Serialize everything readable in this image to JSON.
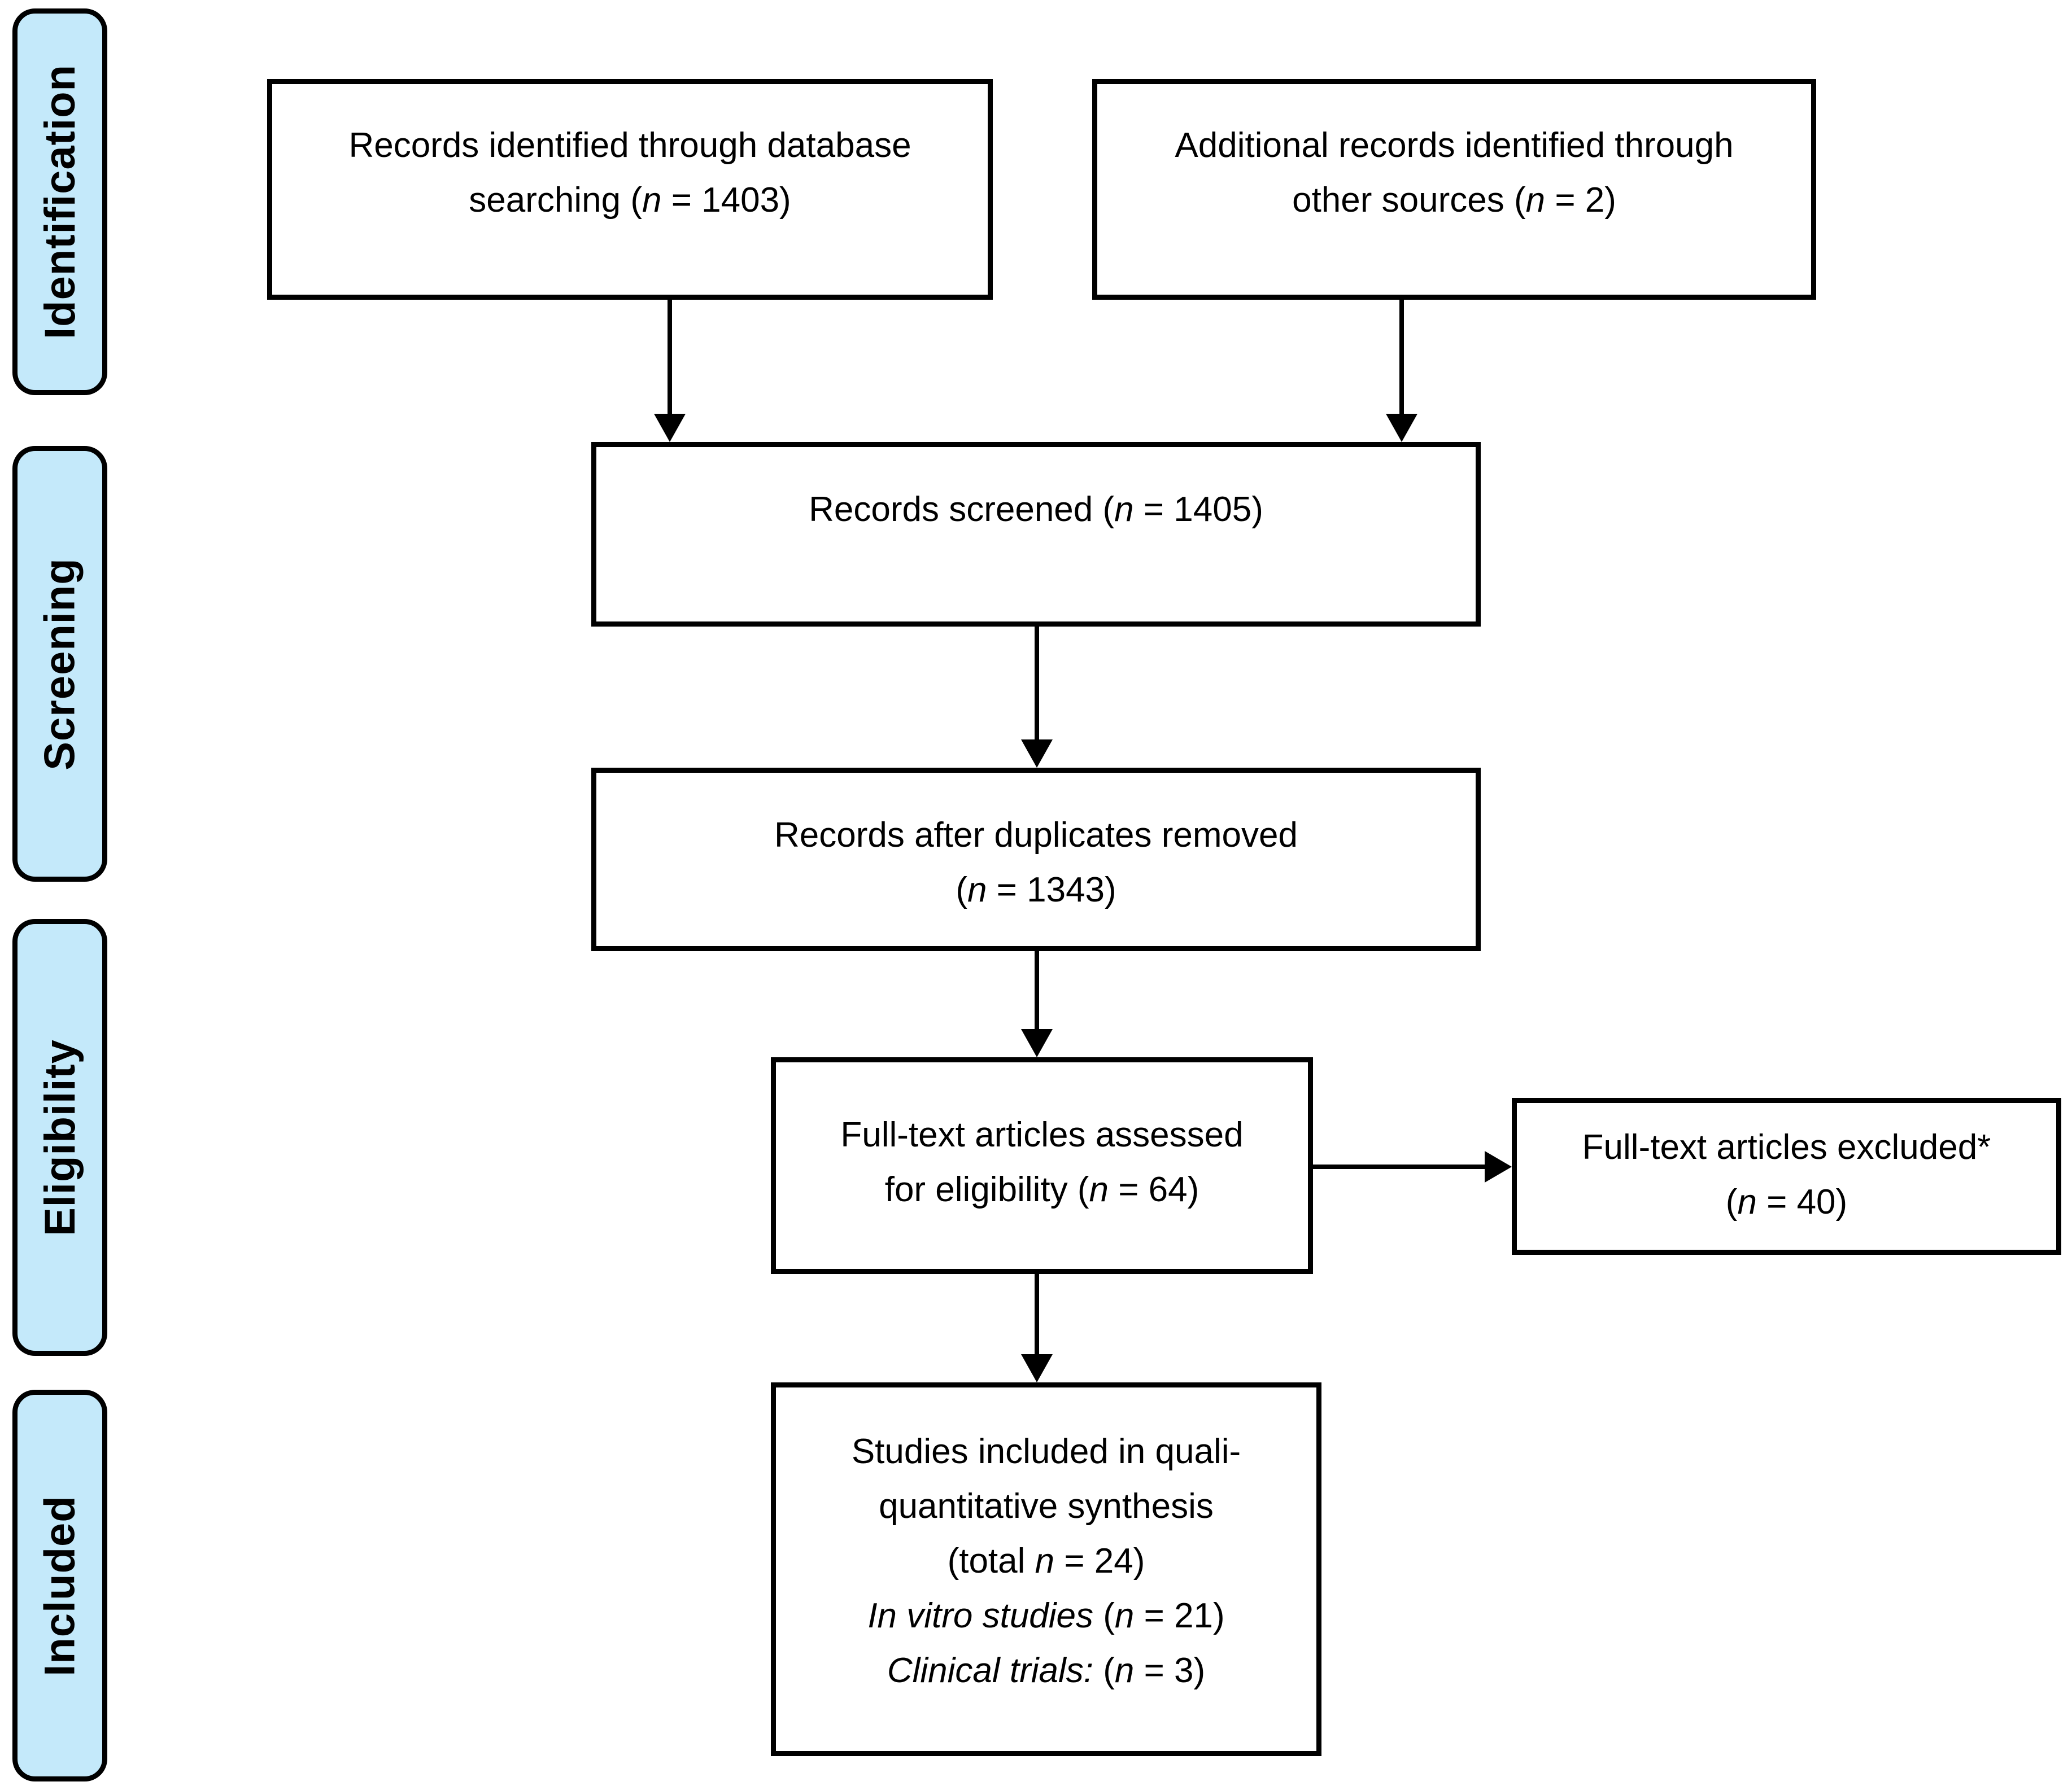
{
  "diagram": {
    "type": "prisma-flow",
    "colors": {
      "stage_fill": "#c4e9fa",
      "stage_border": "#000000",
      "box_fill": "#ffffff",
      "box_border": "#000000",
      "arrow": "#000000",
      "text": "#000000"
    },
    "stage_labels": [
      {
        "id": "identification",
        "label": "Identification"
      },
      {
        "id": "screening",
        "label": "Screening"
      },
      {
        "id": "eligibility",
        "label": "Eligibility"
      },
      {
        "id": "included",
        "label": "Included"
      }
    ],
    "boxes": [
      {
        "id": "records-identified",
        "lines": [
          [
            {
              "t": "Records identified through database",
              "i": false
            }
          ],
          [
            {
              "t": "searching (",
              "i": false
            },
            {
              "t": "n",
              "i": true
            },
            {
              "t": " = 1403)",
              "i": false
            }
          ]
        ]
      },
      {
        "id": "additional-records",
        "lines": [
          [
            {
              "t": "Additional records identified through",
              "i": false
            }
          ],
          [
            {
              "t": "other sources (",
              "i": false
            },
            {
              "t": "n",
              "i": true
            },
            {
              "t": " = 2)",
              "i": false
            }
          ]
        ]
      },
      {
        "id": "records-screened",
        "lines": [
          [
            {
              "t": "Records screened (",
              "i": false
            },
            {
              "t": "n",
              "i": true
            },
            {
              "t": " = 1405)",
              "i": false
            }
          ]
        ]
      },
      {
        "id": "duplicates-removed",
        "lines": [
          [
            {
              "t": "Records after duplicates removed",
              "i": false
            }
          ],
          [
            {
              "t": "(",
              "i": false
            },
            {
              "t": "n",
              "i": true
            },
            {
              "t": " = 1343)",
              "i": false
            }
          ]
        ]
      },
      {
        "id": "fulltext-assessed",
        "lines": [
          [
            {
              "t": "Full-text articles assessed",
              "i": false
            }
          ],
          [
            {
              "t": "for eligibility (",
              "i": false
            },
            {
              "t": "n",
              "i": true
            },
            {
              "t": " = 64)",
              "i": false
            }
          ]
        ]
      },
      {
        "id": "fulltext-excluded",
        "lines": [
          [
            {
              "t": "Full-text articles excluded*",
              "i": false
            }
          ],
          [
            {
              "t": "(",
              "i": false
            },
            {
              "t": "n",
              "i": true
            },
            {
              "t": " = 40)",
              "i": false
            }
          ]
        ]
      },
      {
        "id": "studies-included",
        "lines": [
          [
            {
              "t": "Studies included in quali-",
              "i": false
            }
          ],
          [
            {
              "t": "quantitative synthesis",
              "i": false
            }
          ],
          [
            {
              "t": "(total ",
              "i": false
            },
            {
              "t": "n",
              "i": true
            },
            {
              "t": " = 24)",
              "i": false
            }
          ],
          [
            {
              "t": "In vitro studies",
              "i": true
            },
            {
              "t": " (",
              "i": false
            },
            {
              "t": "n",
              "i": true
            },
            {
              "t": " = 21)",
              "i": false
            }
          ],
          [
            {
              "t": "Clinical trials:",
              "i": true
            },
            {
              "t": " (",
              "i": false
            },
            {
              "t": "n",
              "i": true
            },
            {
              "t": " = 3)",
              "i": false
            }
          ]
        ]
      }
    ]
  }
}
